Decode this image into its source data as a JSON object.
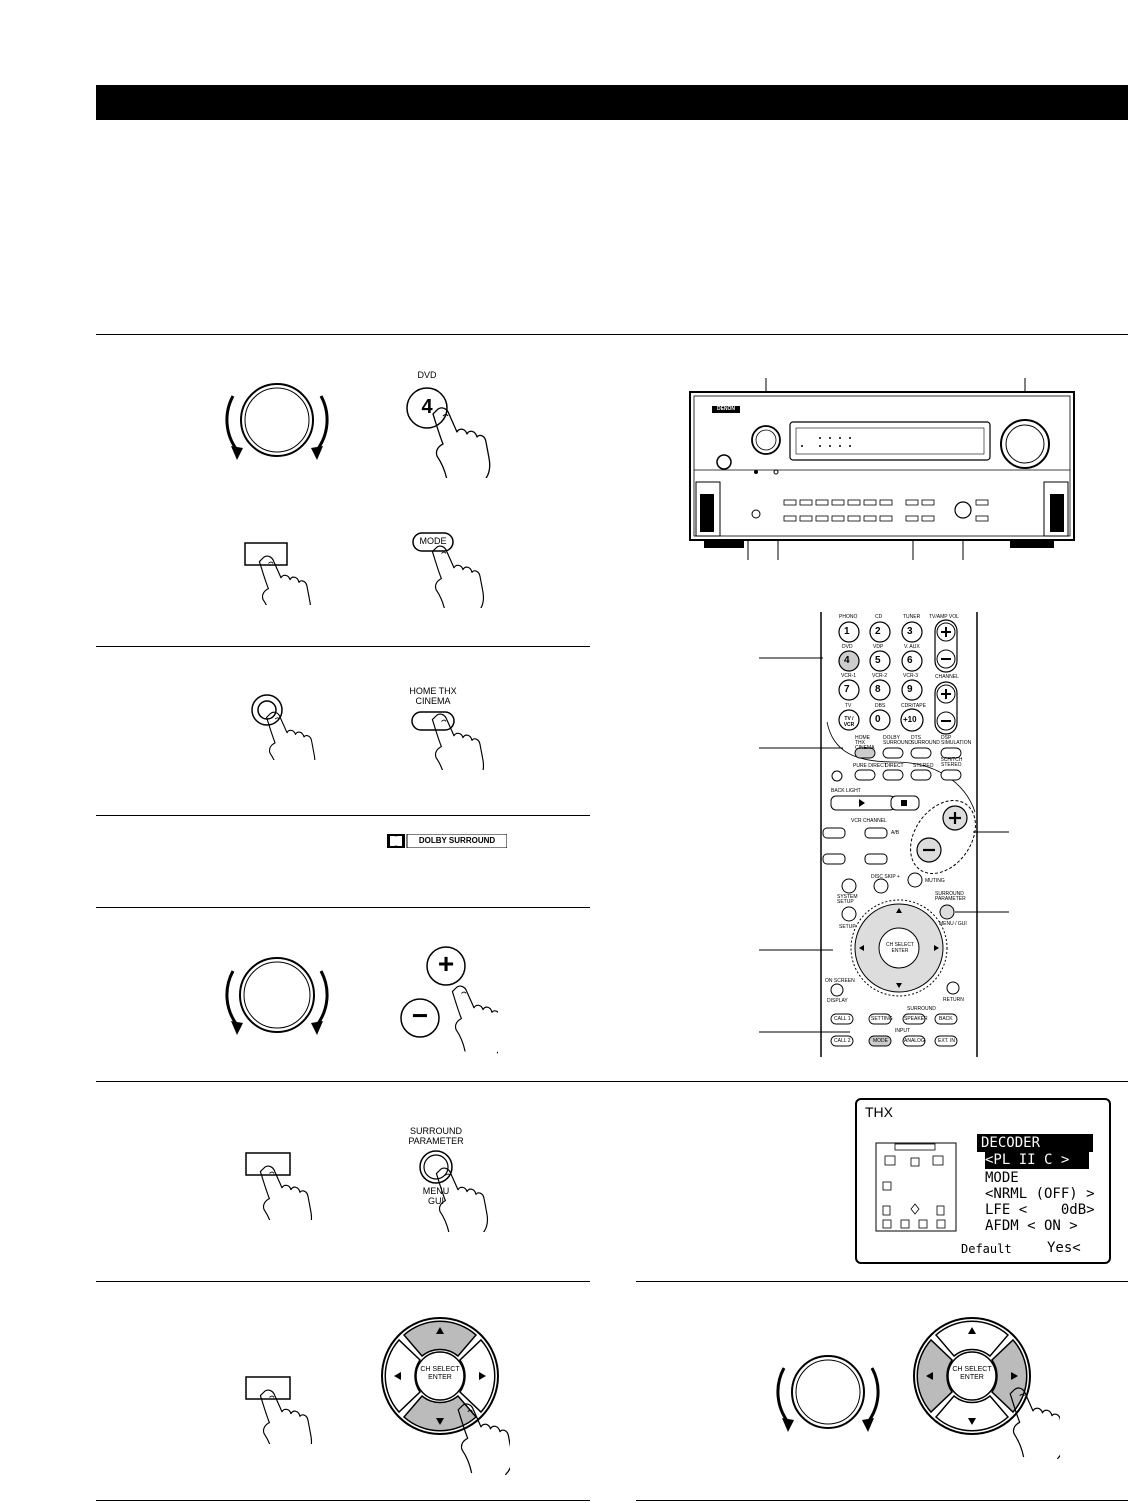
{
  "header": {
    "title": ""
  },
  "step1": {
    "dvd_label": "DVD",
    "dvd_button_number": "4",
    "mode_button_label": "MODE"
  },
  "step2": {
    "home_thx_cinema_label_line1": "HOME THX",
    "home_thx_cinema_label_line2": "CINEMA"
  },
  "step3": {
    "dolby_logo_text": "DOLBY SURROUND"
  },
  "step4": {
    "plus_symbol": "+",
    "minus_symbol": "−"
  },
  "step5": {
    "surround_parameter_line1": "SURROUND",
    "surround_parameter_line2": "PARAMETER",
    "menu_gui_line1": "MENU",
    "menu_gui_line2": "GUI"
  },
  "step6": {
    "ch_select_line1": "CH SELECT",
    "ch_select_line2": "ENTER"
  },
  "step7": {
    "ch_select_line1": "CH SELECT",
    "ch_select_line2": "ENTER"
  },
  "receiver": {
    "brand": "DENON"
  },
  "remote": {
    "row1": [
      "PHONO",
      "CD",
      "TUNER",
      "TV/AMP VOL"
    ],
    "numbers_row1": [
      "1",
      "2",
      "3"
    ],
    "row2": [
      "DVD",
      "VDP",
      "V. AUX"
    ],
    "numbers_row2": [
      "4",
      "5",
      "6"
    ],
    "row3": [
      "VCR-1",
      "VCR-2",
      "VCR-3",
      "CHANNEL"
    ],
    "numbers_row3": [
      "7",
      "8",
      "9"
    ],
    "row4": [
      "TV",
      "DBS",
      "CDR/TAPE"
    ],
    "numbers_row4": [
      "TV / VCR",
      "0",
      "+10"
    ],
    "mode_row1": [
      "HOME THX CINEMA",
      "DOLBY SURROUND",
      "DTS SURROUND",
      "DSP SIMULATION"
    ],
    "mode_row2": [
      "PURE DIRECT",
      "DIRECT",
      "STEREO",
      "5CH/7CH STEREO"
    ],
    "back_light": "BACK LIGHT",
    "vcr_channel": "VCR CHANNEL",
    "ab": "A/B",
    "disc_skip": "DISC SKIP +",
    "muting": "MUTING",
    "system_setup": "SYSTEM SETUP",
    "setup": "SETUP",
    "surround_parameter": "SURROUND PARAMETER",
    "menu_gui": "MENU / GUI",
    "ch_select_enter": "CH SELECT ENTER",
    "on_screen": "ON SCREEN",
    "display": "DISPLAY",
    "return": "RETURN",
    "surround": "SURROUND",
    "input": "INPUT",
    "bottom_row1": [
      "CALL 1",
      "SETTING",
      "SPEAKER",
      "BACK"
    ],
    "bottom_row2": [
      "CALL 2",
      "MODE",
      "ANALOG",
      "EXT. IN"
    ]
  },
  "osd": {
    "title": "THX",
    "decoder_label": "DECODER",
    "decoder_value": "<PL II C >",
    "mode_label": "MODE",
    "mode_value": "<NRML (OFF) >",
    "lfe_line": "LFE <    0dB>",
    "afdm_line": "AFDM < ON >",
    "default_label": "Default",
    "default_value": "Yes<"
  }
}
